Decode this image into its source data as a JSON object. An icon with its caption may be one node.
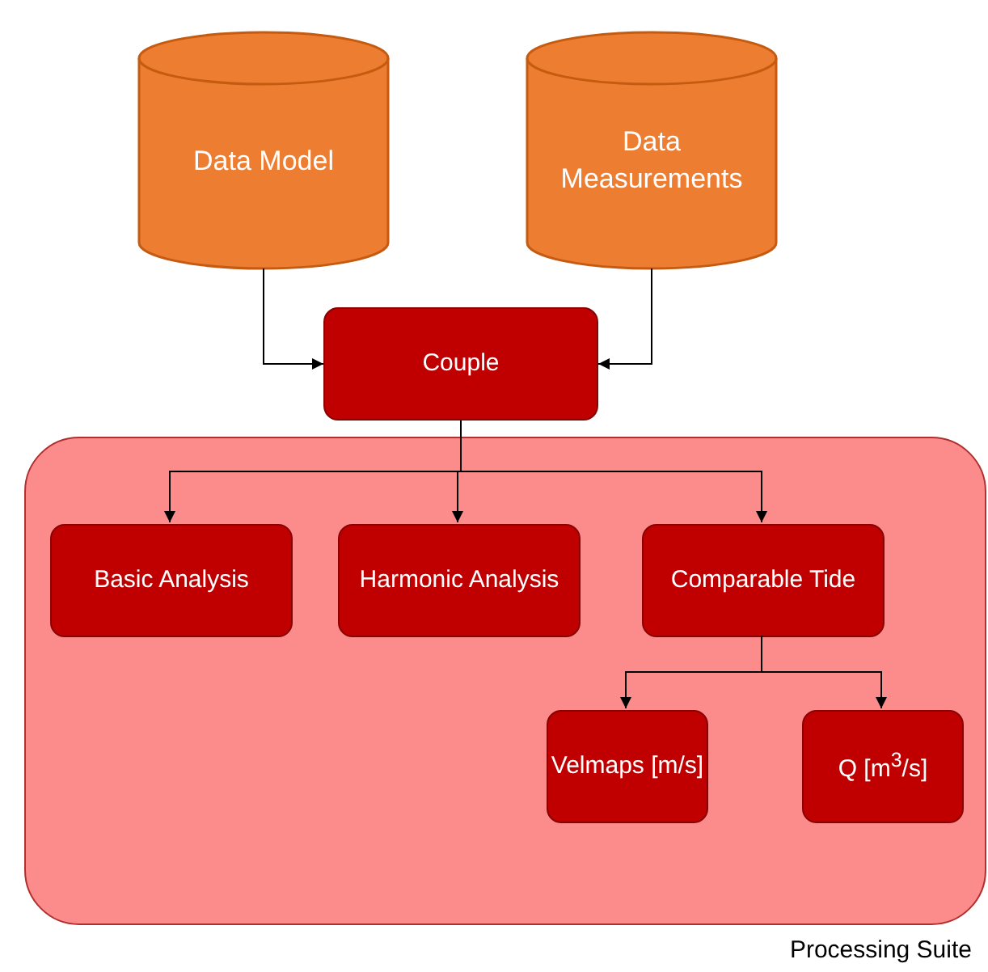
{
  "diagram": {
    "nodes": [
      {
        "text": [
          "Data Model"
        ]
      },
      {
        "text": [
          "Data Measurements"
        ]
      },
      {
        "text": [
          "Couple"
        ]
      },
      {
        "text": [
          "Processing Suite"
        ]
      },
      {
        "text": [
          "Basic Analysis"
        ],
        "in": 3
      },
      {
        "text": [
          "Harmonic Analysis"
        ],
        "in": 3
      },
      {
        "text": [
          "Comparable Tide"
        ],
        "in": 3
      },
      {
        "text": [
          "Velmaps [m/s]"
        ],
        "in": 3
      },
      {
        "text": [
          "Q [m$^{3}$/s]"
        ],
        "in": 3
      }
    ],
    "edges": [
      {
        "from": 0,
        "to": 2,
        "arrow": "to"
      },
      {
        "from": 1,
        "to": 2,
        "arrow": "to"
      },
      {
        "from": 2,
        "to": 4,
        "arrow": "to"
      },
      {
        "from": 2,
        "to": 5,
        "arrow": "to"
      },
      {
        "from": 2,
        "to": 6,
        "arrow": "to"
      },
      {
        "from": 6,
        "to": 7,
        "arrow": "to"
      },
      {
        "from": 6,
        "to": 8,
        "arrow": "to"
      }
    ]
  }
}
